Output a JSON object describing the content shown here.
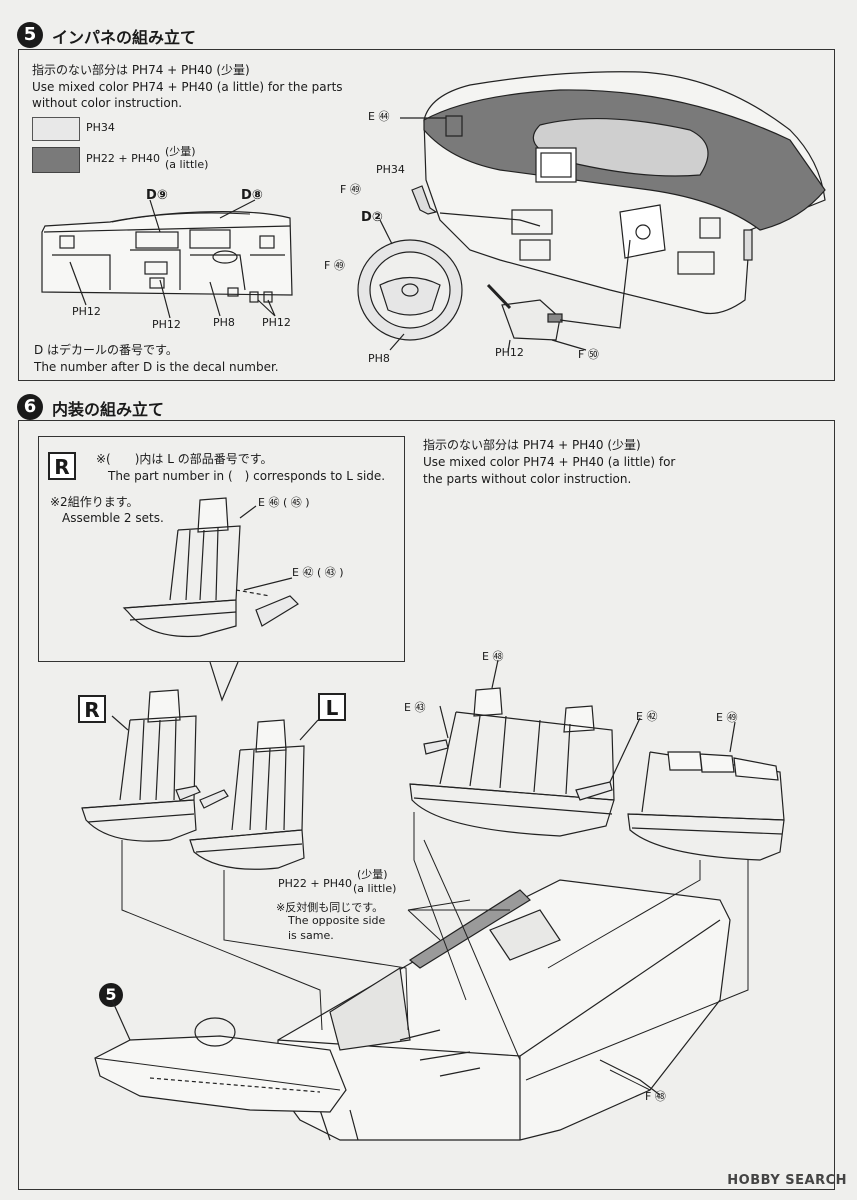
{
  "step5": {
    "number": "5",
    "title": "インパネの組み立て",
    "note_jp": "指示のない部分は PH74 + PH40 (少量)",
    "note_en1": "Use mixed color PH74 + PH40 (a little) for the parts",
    "note_en2": "without color instruction.",
    "swatch_light_label": "PH34",
    "swatch_dark_label": "PH22 + PH40",
    "swatch_dark_note_jp": "(少量)",
    "swatch_dark_note_en": "(a little)",
    "decal_note_jp": "D はデカールの番号です。",
    "decal_note_en": "The number after D is the decal number.",
    "labels": {
      "d9": "D⑨",
      "d8": "D⑧",
      "d2": "D②",
      "ph12a": "PH12",
      "ph12b": "PH12",
      "ph8a": "PH8",
      "ph12c": "PH12",
      "e44": "E ㊹",
      "ph34": "PH34",
      "f52": "F ㊾",
      "f54": "F ㊾",
      "ph8b": "PH8",
      "ph12d": "PH12",
      "f53": "F ㊿"
    }
  },
  "step6": {
    "number": "6",
    "title": "内装の組み立て",
    "inset": {
      "letter": "R",
      "note_jp": "※(　　)内は L の部品番号です。",
      "note_en": "The part number in (　) corresponds to L side.",
      "assemble_jp": "※2組作ります。",
      "assemble_en": "Assemble 2 sets.",
      "e46": "E ㊻ ( ㊺ )",
      "e42": "E ㊷ ( ㊸ )"
    },
    "note_jp": "指示のない部分は PH74 + PH40 (少量)",
    "note_en1": "Use mixed color PH74 + PH40 (a little) for",
    "note_en2": "the parts without color instruction.",
    "seat_r": "R",
    "seat_l": "L",
    "labels": {
      "e48": "E ㊽",
      "e43": "E ㊸",
      "e42": "E ㊷",
      "e49": "E ㊾",
      "mix": "PH22 + PH40",
      "mix_jp": "(少量)",
      "mix_en": "(a little)",
      "opp_jp": "※反対側も同じです。",
      "opp_en1": "The opposite side",
      "opp_en2": "is same.",
      "step5_ref": "5",
      "f58": "F ㊽"
    }
  },
  "watermark": "HOBBY SEARCH",
  "colors": {
    "swatch_light": "#e8e8e8",
    "swatch_dark": "#7a7a7a",
    "line": "#222222"
  }
}
